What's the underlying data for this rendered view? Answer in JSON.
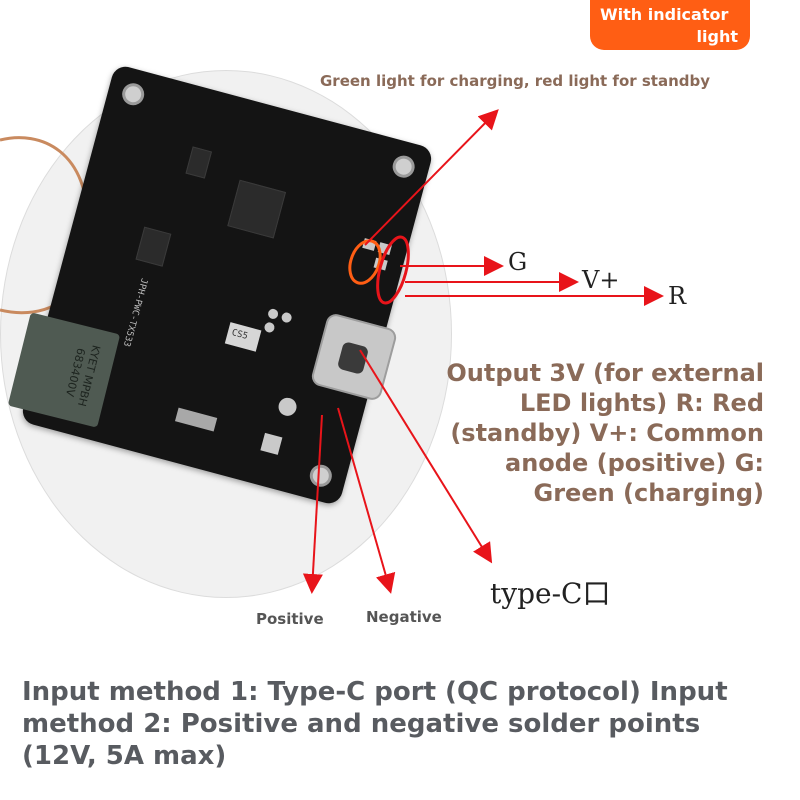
{
  "badge": {
    "line1": "With indicator",
    "line2": "light",
    "color": "#ff5e14"
  },
  "labels": {
    "indicator_note": "Green light for charging, red light for standby",
    "signal_g": "G",
    "signal_v": "V+",
    "signal_r": "R",
    "output_description": "Output 3V (for external LED lights) R: Red (standby) V+: Common anode (positive) G: Green (charging)",
    "typec_port": "type-C口",
    "positive": "Positive",
    "negative": "Negative",
    "input_description": "Input method 1: Type-C port (QC protocol) Input method 2: Positive and negative solder points (12V, 5A max)"
  },
  "board": {
    "silkscreen_model": "JPH-PWC-TX533",
    "inductor_marking": "KYET MPBH 683400V",
    "chip_marking": "CS5"
  },
  "colors": {
    "annotation_red": "#e8141a",
    "highlight_orange": "#ff5e14",
    "text_brown": "#8a6a58"
  }
}
